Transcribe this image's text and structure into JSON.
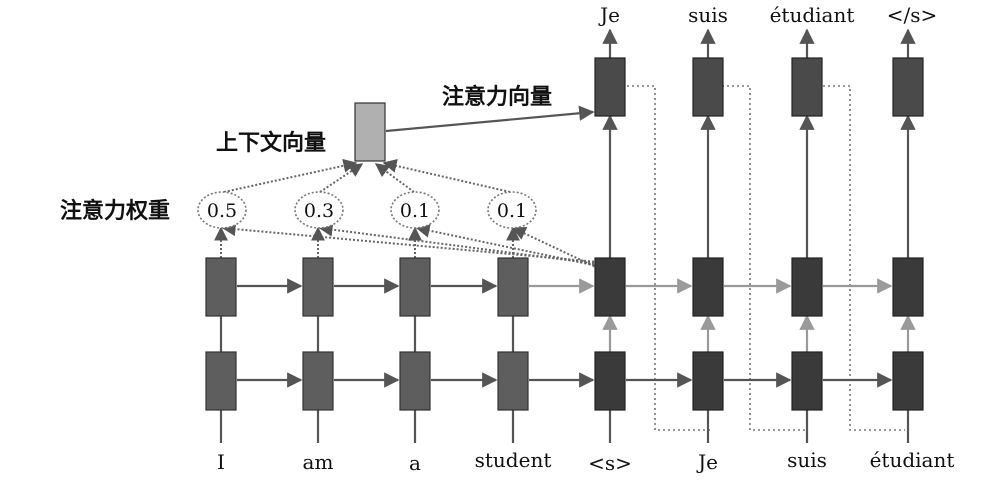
{
  "labels": {
    "attention_vector": "注意力向量",
    "context_vector": "上下文向量",
    "attention_weights": "注意力权重"
  },
  "encoder": {
    "inputs": [
      "I",
      "am",
      "a",
      "student"
    ],
    "weights": [
      "0.5",
      "0.3",
      "0.1",
      "0.1"
    ]
  },
  "decoder": {
    "inputs": [
      "<s>",
      "Je",
      "suis",
      "étudiant"
    ],
    "outputs": [
      "Je",
      "suis",
      "étudiant",
      "</s>"
    ]
  },
  "colors": {
    "encoder_cell": "#5e5e5e",
    "decoder_cell": "#3a3a3a",
    "context_cell": "#b0b0b0",
    "arrow": "#555555",
    "arrow_light": "#9a9a9a"
  }
}
